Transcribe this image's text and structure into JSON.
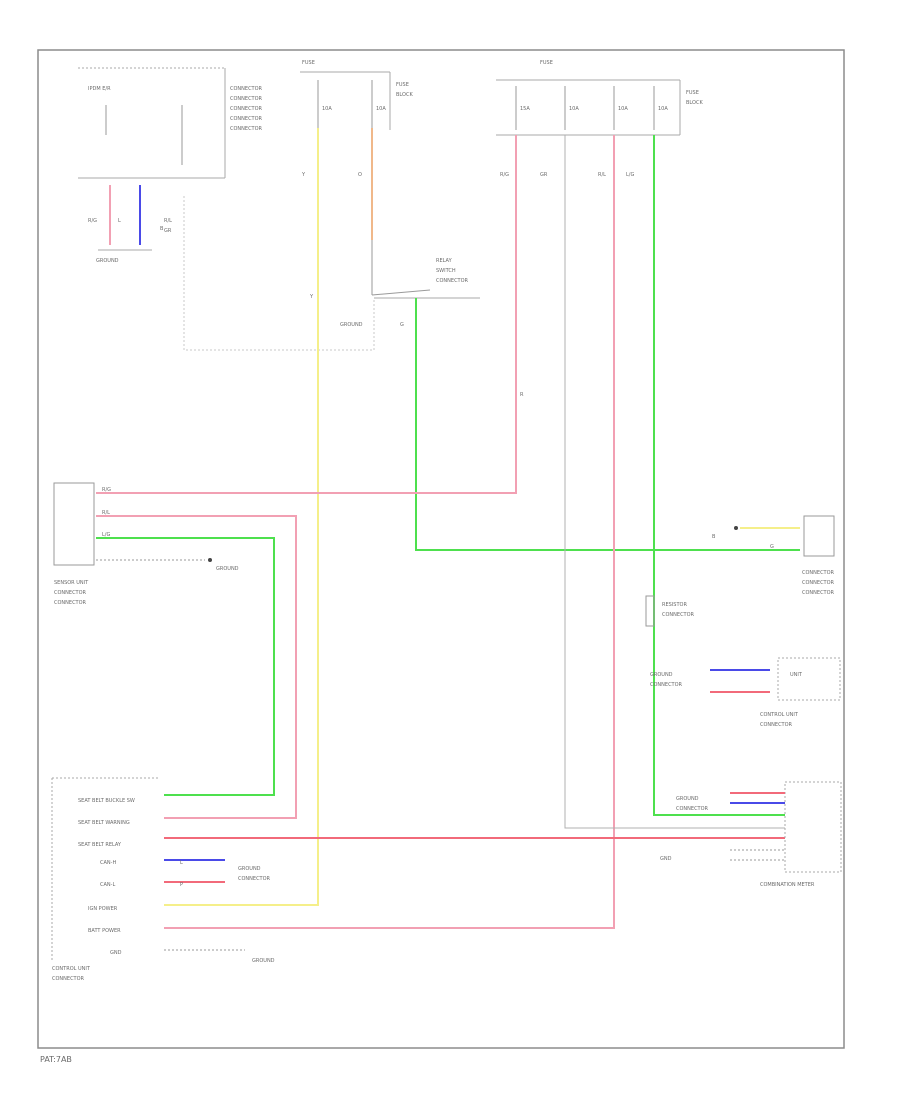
{
  "labels": {
    "page_id": "PAT:7AB",
    "hvac_block": "IPDM E/R",
    "fuse_box_left": "FUSE",
    "fuse_box_right": "FUSE",
    "relay_ref": "RELAY",
    "ground_left": "GROUND",
    "ground_center": "GROUND",
    "ground_bottom": "GROUND",
    "left_module": "SENSOR UNIT",
    "right_connector": "CONNECTOR",
    "right_small_box": "UNIT",
    "main_module": "CONTROL UNIT",
    "meter_block": "COMBINATION METER",
    "wire_codes": {
      "r1": "R/G",
      "r2": "R/L",
      "r3": "R",
      "g1": "L/G",
      "g2": "G",
      "y1": "Y",
      "b1": "B",
      "l1": "L",
      "p1": "P",
      "gr": "GR"
    },
    "pins": {
      "sig1": "SEAT BELT BUCKLE SW",
      "sig2": "SEAT BELT WARNING",
      "sig3": "SEAT BELT RELAY",
      "sig4": "CAN-H",
      "sig5": "CAN-L",
      "sig6": "IGN POWER",
      "sig7": "BATT POWER",
      "sig8": "GND"
    }
  },
  "colors": {
    "pink": "#f2a0b3",
    "green": "#4ee04e",
    "yellow": "#f5ef8a",
    "blue": "#4a4ae8",
    "orange": "#f0b88a",
    "frame": "#9a9a9a"
  }
}
